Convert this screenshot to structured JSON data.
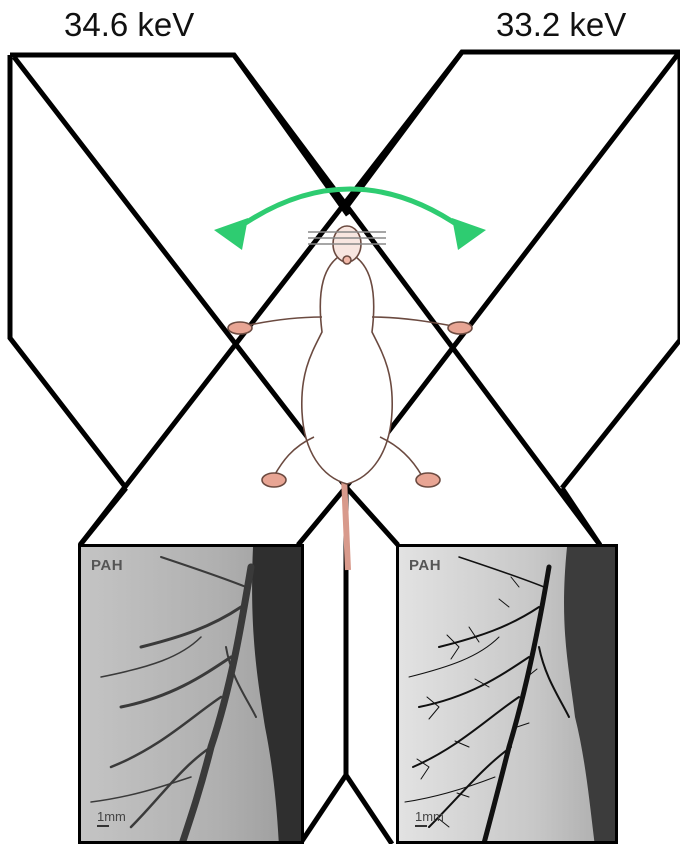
{
  "labels": {
    "energy_left": "34.6 keV",
    "energy_right": "33.2 keV"
  },
  "panels": {
    "left": {
      "tag": "PAH",
      "scale": "1mm"
    },
    "right": {
      "tag": "PAH",
      "scale": "1mm"
    }
  },
  "colors": {
    "beam_lines": "#000000",
    "rotation_arrow": "#2ecc71",
    "animal_skin": "#f2b8a8",
    "animal_outline": "#6b4a40"
  },
  "icons": {
    "rotation": "curved-double-arrow-icon",
    "subject": "rat-icon"
  }
}
